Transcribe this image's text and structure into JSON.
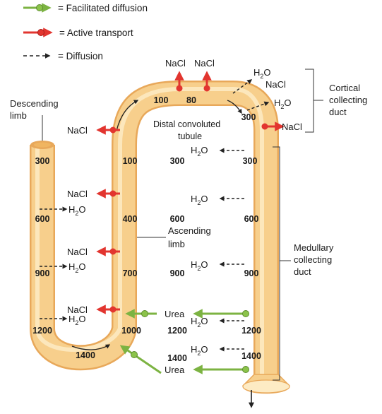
{
  "legend": {
    "facilitated": "= Facilitated diffusion",
    "active": "= Active transport",
    "diffusion": "= Diffusion"
  },
  "colors": {
    "tubule": "#f7cf8c",
    "tubule_edge": "#e8a85a",
    "tubule_highlight": "#fdebc4",
    "active": "#e2352f",
    "facilitated": "#7cb342",
    "facilitated_dot": "#8bc34a"
  },
  "labels": {
    "descending_1": "Descending",
    "descending_2": "limb",
    "ascending_1": "Ascending",
    "ascending_2": "limb",
    "distal_1": "Distal convoluted",
    "distal_2": "tubule",
    "cortical_1": "Cortical",
    "cortical_2": "collecting",
    "cortical_3": "duct",
    "medullary_1": "Medullary",
    "medullary_2": "collecting",
    "medullary_3": "duct"
  },
  "solutes": {
    "nacl": "NaCl",
    "h2o_main": "H",
    "h2o_sub": "2",
    "h2o_end": "O",
    "urea": "Urea"
  },
  "osmolarity": {
    "desc": [
      "300",
      "600",
      "900",
      "1200"
    ],
    "asc_inner": [
      "100",
      "400",
      "700",
      "1000"
    ],
    "bottom": "1400",
    "top": [
      "100",
      "80"
    ],
    "interstitial": [
      "300",
      "600",
      "900",
      "1200",
      "1400"
    ],
    "duct": [
      "300",
      "300",
      "600",
      "900",
      "1200",
      "1400"
    ]
  }
}
